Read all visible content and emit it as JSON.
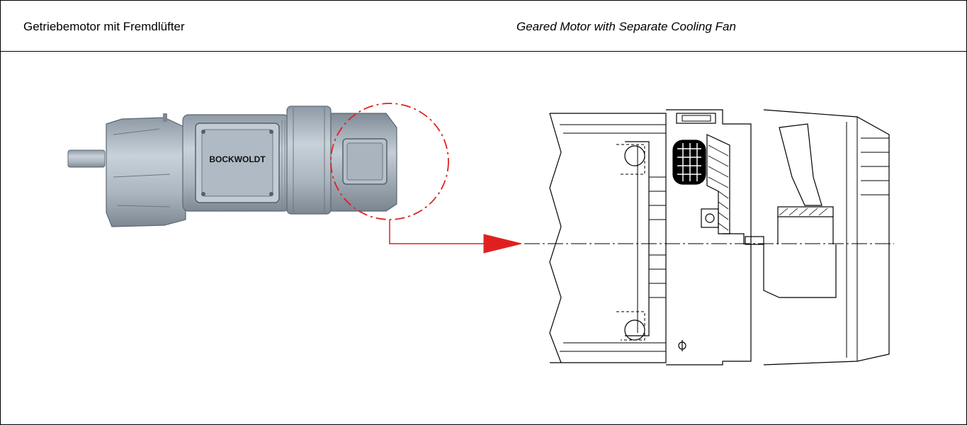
{
  "header": {
    "title_de": "Getriebemotor mit Fremdlüfter",
    "title_en": "Geared Motor with Separate Cooling Fan"
  },
  "figure": {
    "brand_label": "BOCKWOLDT"
  },
  "colors": {
    "callout": "#e02020",
    "motor_body": "#b7c2cc",
    "motor_shade": "#8e9aa6",
    "line": "#000000"
  }
}
